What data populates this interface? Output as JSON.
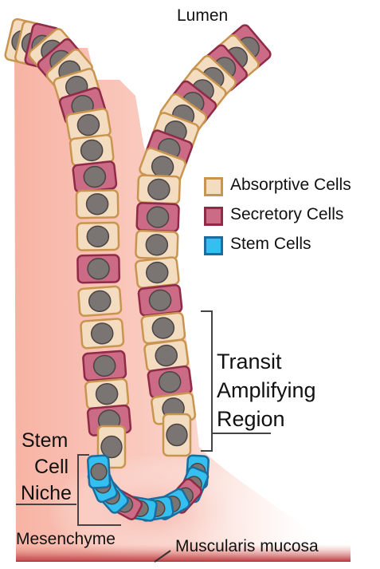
{
  "title": "Lumen",
  "legend": [
    {
      "label": "Absorptive Cells",
      "fill": "#f3dcc0",
      "stroke": "#c9954e"
    },
    {
      "label": "Secretory Cells",
      "fill": "#cc6b86",
      "stroke": "#8f2a47"
    },
    {
      "label": "Stem Cells",
      "fill": "#33c0f0",
      "stroke": "#1a6d9e"
    }
  ],
  "labels": {
    "transit_line1": "Transit",
    "transit_line2": "Amplifying",
    "transit_line3": "Region",
    "niche_line1": "Stem",
    "niche_line2": "Cell",
    "niche_line3": "Niche",
    "mesenchyme": "Mesenchyme",
    "muscularis": "Muscularis mucosa"
  },
  "colors": {
    "tissue": "#f7b3a4",
    "muscle": "#b8333a",
    "nucleus": "#7a7472",
    "nucleus_stroke": "#4a4444"
  },
  "cells": {
    "left_wall": [
      "a",
      "a",
      "s",
      "a",
      "s",
      "a",
      "a",
      "s",
      "a",
      "a",
      "s",
      "a",
      "a",
      "s",
      "a",
      "a",
      "s",
      "a",
      "s",
      "a"
    ],
    "right_wall": [
      "s",
      "a",
      "s",
      "a",
      "a",
      "s",
      "a",
      "a",
      "s",
      "a",
      "a",
      "s",
      "a",
      "a",
      "s",
      "a",
      "a",
      "s",
      "a",
      "a"
    ],
    "stem": [
      "c",
      "c",
      "s",
      "c",
      "c",
      "c",
      "s",
      "c",
      "c",
      "c"
    ]
  }
}
